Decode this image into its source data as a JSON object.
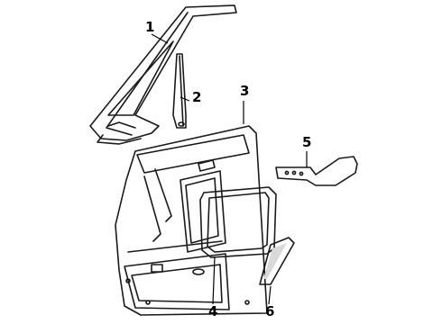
{
  "callouts": [
    {
      "id": "1",
      "label": "1"
    },
    {
      "id": "2",
      "label": "2"
    },
    {
      "id": "3",
      "label": "3"
    },
    {
      "id": "4",
      "label": "4"
    },
    {
      "id": "5",
      "label": "5"
    },
    {
      "id": "6",
      "label": "6"
    }
  ],
  "colors": {
    "stroke": "#1a1a1a",
    "background": "#ffffff",
    "shade": "#d9d9d9"
  }
}
